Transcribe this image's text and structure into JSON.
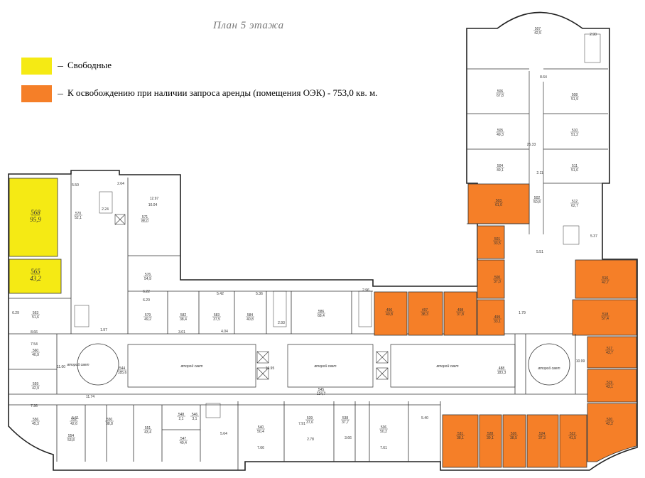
{
  "title": "План 5 этажа",
  "legend": [
    {
      "label": "Свободные",
      "color": "#f5ea14"
    },
    {
      "label": "К освобождению при наличии запроса аренды  (помещения ОЭК) - 753,0 кв. м.",
      "color": "#f57f28"
    }
  ],
  "colors": {
    "free": "#f5ea14",
    "oek": "#f57f28",
    "wall": "#222222",
    "background": "#ffffff"
  },
  "courtyard_label": "второй свет",
  "free_rooms": [
    {
      "num": "568",
      "area": "95,9"
    },
    {
      "num": "565",
      "area": "43,2"
    }
  ],
  "oek_rooms": [
    {
      "num": "503",
      "area": "61,0"
    },
    {
      "num": "501",
      "area": "33,5"
    },
    {
      "num": "500",
      "area": "37,0"
    },
    {
      "num": "499",
      "area": "33,1"
    },
    {
      "num": "498",
      "area": "37,8"
    },
    {
      "num": "497",
      "area": "38,3"
    },
    {
      "num": "496",
      "area": "40,8"
    },
    {
      "num": "516",
      "area": "42,7"
    },
    {
      "num": "518",
      "area": "57,4"
    },
    {
      "num": "517",
      "area": "43,7"
    },
    {
      "num": "519",
      "area": "43,1"
    },
    {
      "num": "520",
      "area": "42,2"
    },
    {
      "num": "522",
      "area": "41,5"
    },
    {
      "num": "524",
      "area": "37,3"
    },
    {
      "num": "526",
      "area": "38,5"
    },
    {
      "num": "528",
      "area": "39,1"
    },
    {
      "num": "531",
      "area": "38,1"
    }
  ],
  "white_rooms": [
    {
      "num": "507",
      "area": "42,5"
    },
    {
      "num": "506",
      "area": "67,8"
    },
    {
      "num": "505",
      "area": "49,3"
    },
    {
      "num": "504",
      "area": "49,1"
    },
    {
      "num": "508",
      "area": "51,9"
    },
    {
      "num": "510",
      "area": "51,2"
    },
    {
      "num": "511",
      "area": "51,6"
    },
    {
      "num": "512",
      "area": "62,7"
    },
    {
      "num": "502",
      "area": "50,8"
    },
    {
      "num": "571",
      "area": "85,0"
    },
    {
      "num": "570",
      "area": "52,1"
    },
    {
      "num": "576",
      "area": "54,9"
    },
    {
      "num": "579",
      "area": "49,2"
    },
    {
      "num": "582",
      "area": "38,4"
    },
    {
      "num": "583",
      "area": "37,5"
    },
    {
      "num": "584",
      "area": "40,8"
    },
    {
      "num": "586",
      "area": "68,4"
    },
    {
      "num": "563",
      "area": "51,6"
    },
    {
      "num": "560",
      "area": "40,9"
    },
    {
      "num": "559",
      "area": "42,9"
    },
    {
      "num": "556",
      "area": "45,3"
    },
    {
      "num": "554",
      "area": "53,8"
    },
    {
      "num": "552",
      "area": "42,6"
    },
    {
      "num": "550",
      "area": "38,8"
    },
    {
      "num": "551",
      "area": "43,4"
    },
    {
      "num": "547",
      "area": "40,4"
    },
    {
      "num": "548",
      "area": "2,1"
    },
    {
      "num": "546",
      "area": "3,1"
    },
    {
      "num": "540",
      "area": "50,4"
    },
    {
      "num": "539",
      "area": "37,6"
    },
    {
      "num": "538",
      "area": "37,7"
    },
    {
      "num": "536",
      "area": "50,2"
    },
    {
      "num": "544",
      "area": "185,6"
    },
    {
      "num": "488",
      "area": "183,3"
    },
    {
      "num": "545",
      "area": "124,7"
    }
  ],
  "dimensions": [
    "5.50",
    "2.64",
    "12.97",
    "10.04",
    "5.36",
    "5.42",
    "6.20",
    "6.22",
    "2.96",
    "10.99",
    "7.54",
    "7.36",
    "6.29",
    "8.66",
    "5.61",
    "5.64",
    "7.66",
    "7.91",
    "2.78",
    "3.66",
    "7.61",
    "5.40",
    "2.90",
    "8.64",
    "25.33",
    "2.11",
    "5.51",
    "5.37",
    "11.74",
    "10.95",
    "11.00",
    "3.01",
    "4.04",
    "2.93",
    "1.97",
    "2.24",
    "1.79"
  ]
}
